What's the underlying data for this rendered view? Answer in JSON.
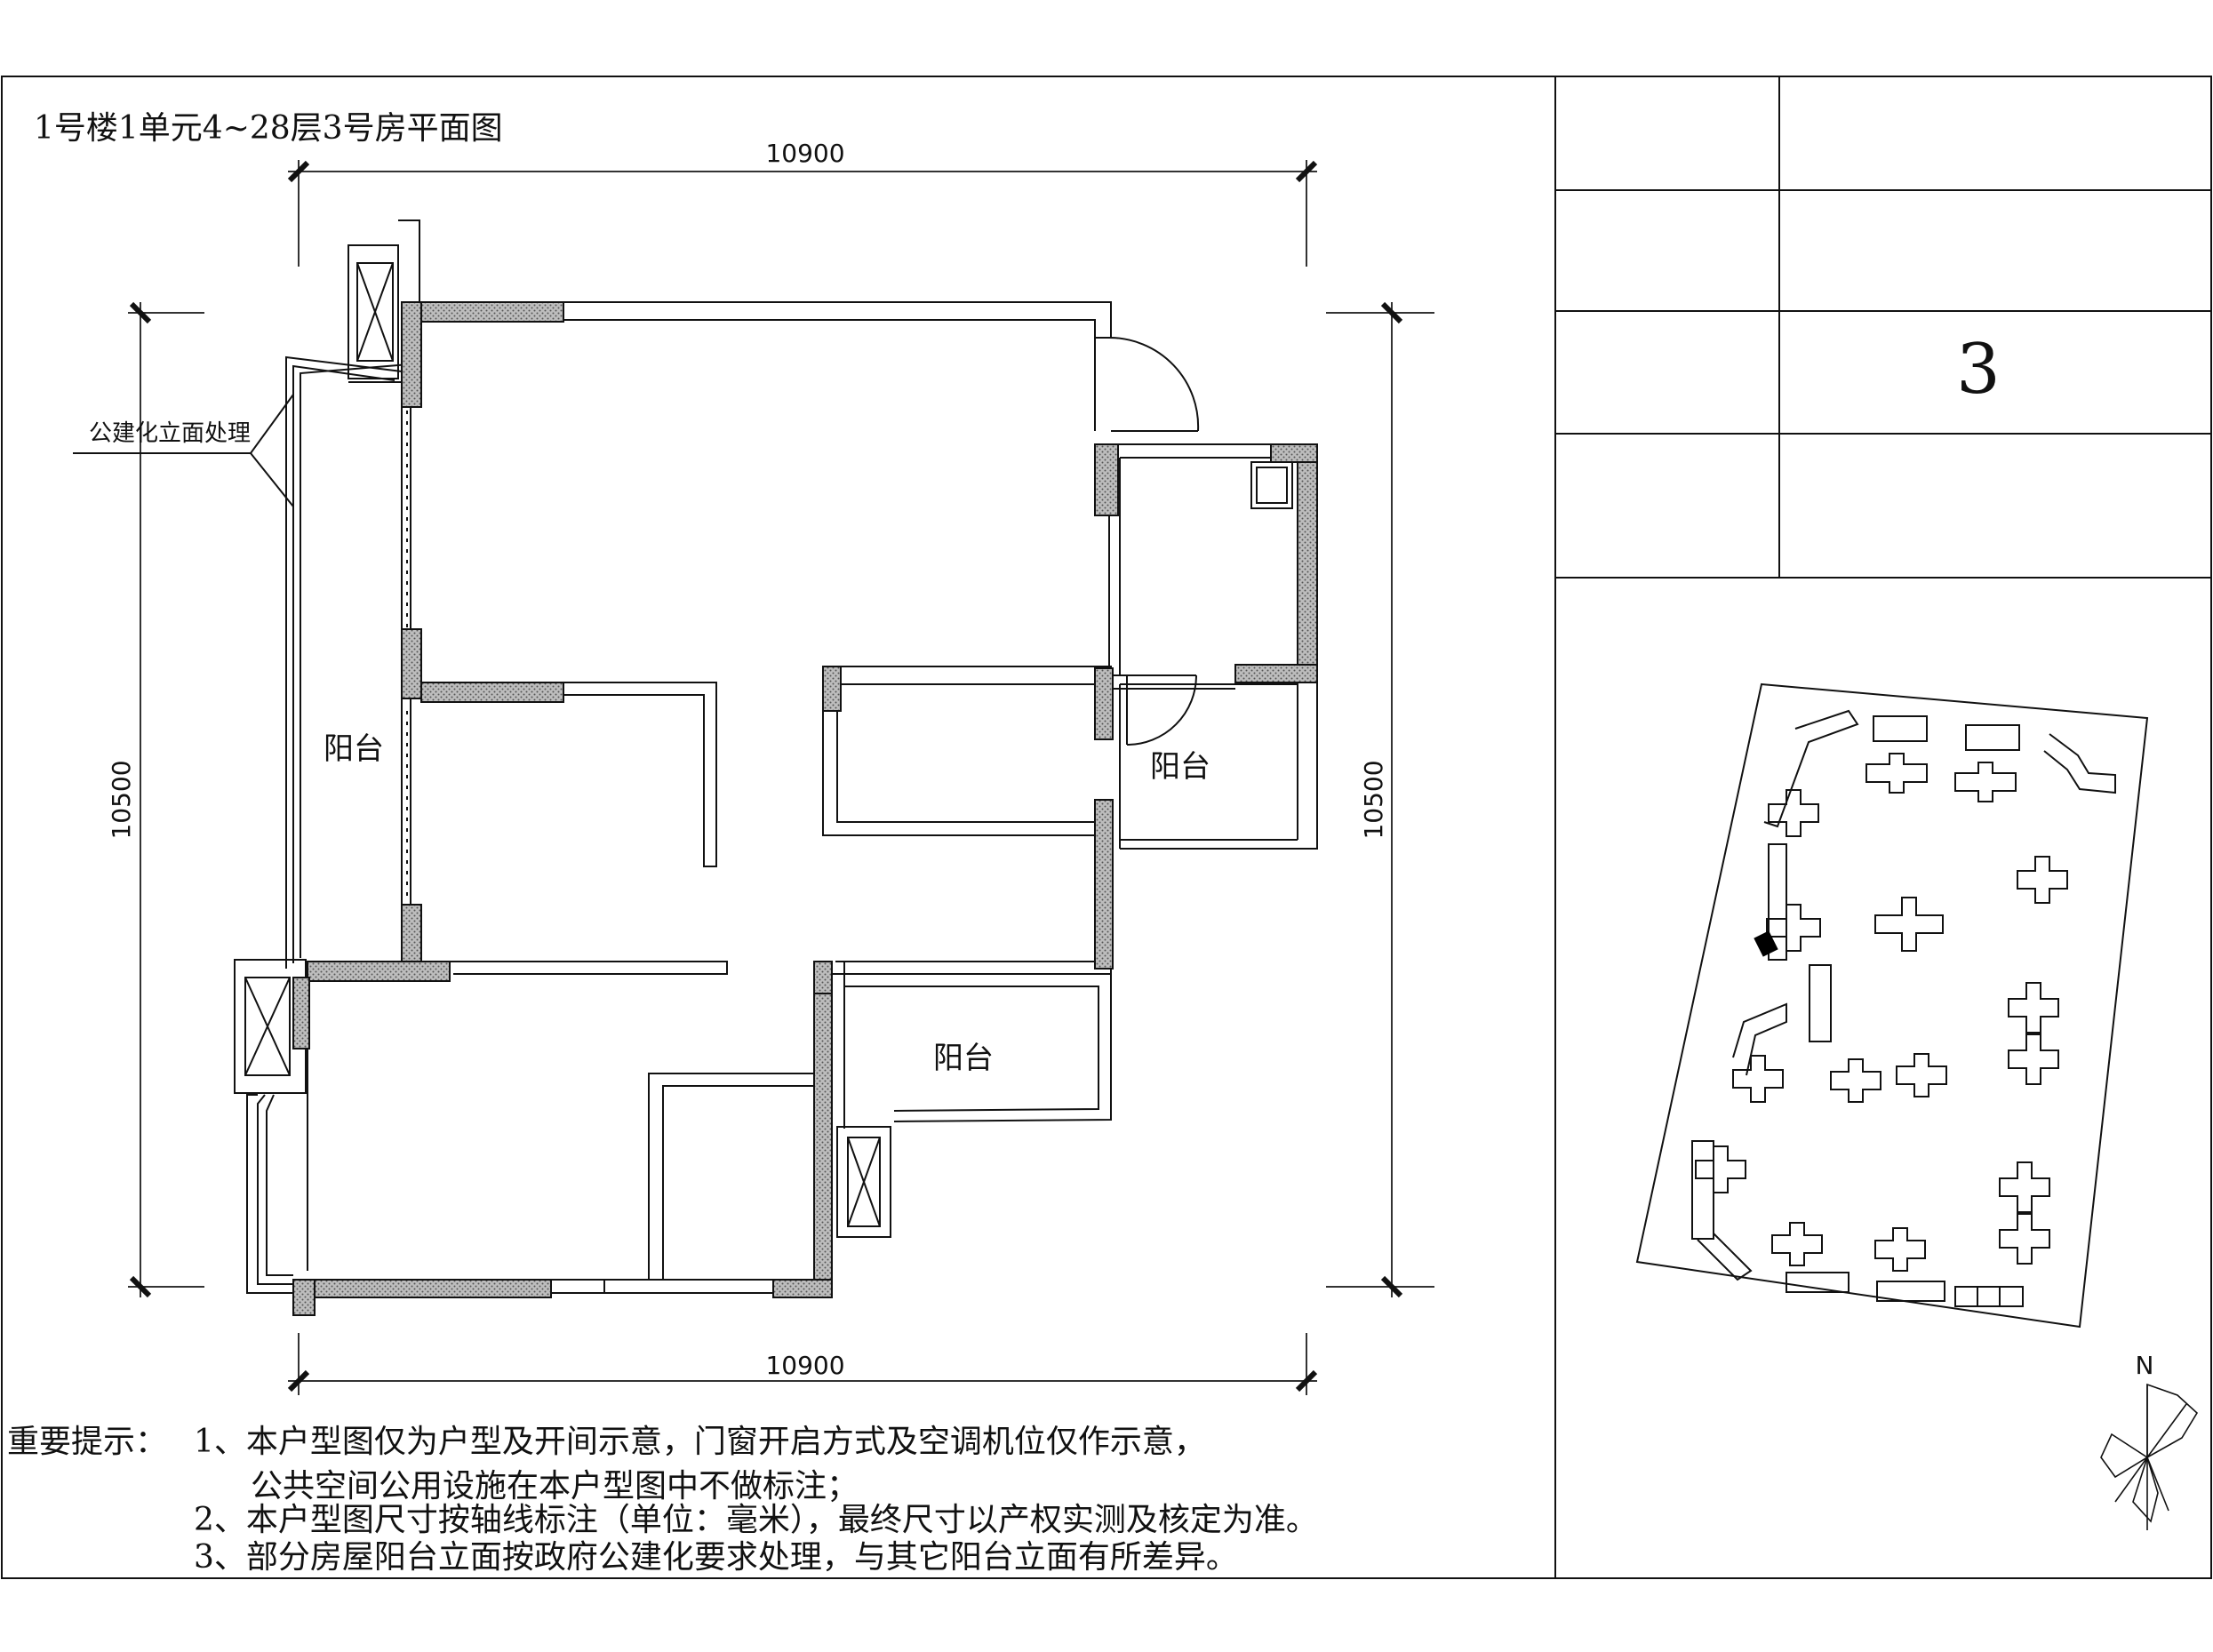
{
  "title": "1号楼1单元4~28层3号房平面图",
  "dimensions": {
    "top": "10900",
    "bottom": "10900",
    "left": "10500",
    "right": "10500"
  },
  "rooms": {
    "balcony_west": "阳台",
    "balcony_east": "阳台",
    "balcony_south": "阳台"
  },
  "annotation": "公建化立面处理",
  "info_table": {
    "unit_number": "3"
  },
  "notes": {
    "heading": "重要提示：",
    "line1": "1、本户型图仅为户型及开间示意，门窗开启方式及空调机位仅作示意，",
    "line1_cont": "公共空间公用设施在本户型图中不做标注；",
    "line2": "2、本户型图尺寸按轴线标注（单位：毫米），最终尺寸以产权实测及核定为准。",
    "line3": "3、部分房屋阳台立面按政府公建化要求处理，与其它阳台立面有所差异。"
  },
  "north_label": "N",
  "colors": {
    "line": "#111111",
    "wall_fill": "#9a9a9a",
    "highlight": "#000000"
  }
}
